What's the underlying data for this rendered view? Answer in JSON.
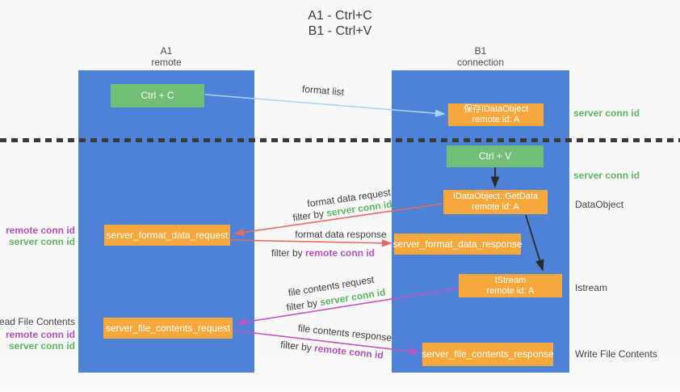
{
  "title": {
    "line1": "A1 - Ctrl+C",
    "line2": "B1 - Ctrl+V"
  },
  "columns": {
    "left": {
      "name": "A1",
      "role": "remote"
    },
    "right": {
      "name": "B1",
      "role": "connection"
    }
  },
  "nodes": {
    "ctrl_c": "Ctrl + C",
    "ctrl_v": "Ctrl + V",
    "save_dataobject": {
      "line1": "保存IDataObject",
      "line2": "remote id: A"
    },
    "getdata": {
      "line1": "IDataObject::GetData",
      "line2": "remote id: A"
    },
    "istream": {
      "line1": "IStream",
      "line2": "remote id: A"
    },
    "format_request": "server_format_data_request",
    "format_response": "server_format_data_response",
    "file_request": "server_file_contents_request",
    "file_response": "server_file_contents_response"
  },
  "arrows": {
    "format_list": {
      "label": "format list"
    },
    "format_data_request": {
      "label": "format data request",
      "filter_prefix": "filter by ",
      "filter_key": "server conn id"
    },
    "format_data_response": {
      "label": "format data response",
      "filter_prefix": "filter by ",
      "filter_key": "remote conn id"
    },
    "file_contents_request": {
      "label": "file contents request",
      "filter_prefix": "filter by ",
      "filter_key": "server conn id"
    },
    "file_contents_response": {
      "label": "file contents response",
      "filter_prefix": "filter by ",
      "filter_key": "remote conn id"
    }
  },
  "side_labels": {
    "server_conn_id_top": "server conn id",
    "server_conn_id_ctrlv": "server conn id",
    "dataobject": "DataObject",
    "istream": "Istream",
    "write_file_contents": "Write File Contents",
    "read_file_contents": "Read File Contents",
    "format_remote_conn_id": "remote conn id",
    "format_server_conn_id": "server conn id",
    "file_remote_conn_id": "remote conn id",
    "file_server_conn_id": "server conn id"
  },
  "colors": {
    "column": "#4d82d6",
    "green_box": "#72be76",
    "orange_box": "#f7a83c",
    "arrow_blue": "#a9d5f5",
    "arrow_red": "#e96a5f",
    "arrow_purple": "#c055c0",
    "arrow_black": "#2a2a2a",
    "text_green": "#5cb860",
    "text_purple": "#b750bd"
  }
}
